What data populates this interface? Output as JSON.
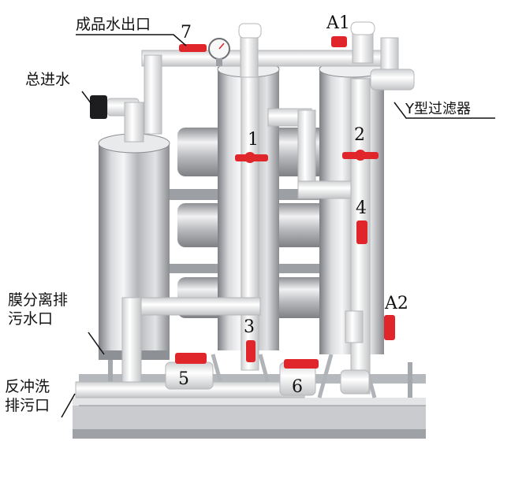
{
  "labels": {
    "product_water_outlet": "成品水出口",
    "main_inlet": "总进水",
    "y_filter": "Y型过滤器",
    "membrane_drain_line1": "膜分离排",
    "membrane_drain_line2": "污水口",
    "backwash_line1": "反冲洗",
    "backwash_line2": "排污口"
  },
  "valve_numbers": {
    "v1": "1",
    "v2": "2",
    "v3": "3",
    "v4": "4",
    "v5": "5",
    "v6": "6",
    "v7": "7",
    "a1": "A1",
    "a2": "A2"
  },
  "colors": {
    "steel_light": "#e8e8ea",
    "steel_dark": "#8a8c90",
    "pvc_white": "#f4f4f4",
    "valve_red": "#e0262b",
    "frame": "#b9bcc0"
  }
}
